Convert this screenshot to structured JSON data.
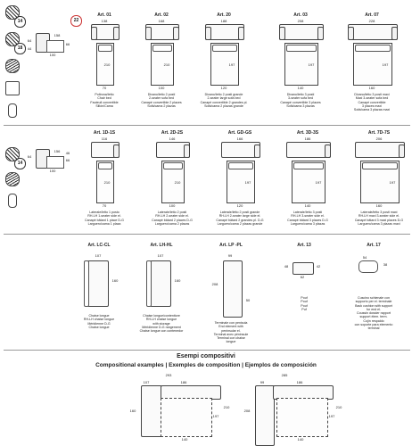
{
  "section1": {
    "badge_left": "14",
    "badge_left2": "18",
    "badge_top": "22",
    "profile_dims": [
      "64",
      "158",
      "100",
      "66",
      "44"
    ],
    "items": [
      {
        "art": "Art. 01",
        "w": "138",
        "bed_w": "70",
        "depth": "210",
        "cap": "Poltrona/letto\nChair bed\nFauteuil convertible\nSillón/Cama"
      },
      {
        "art": "Art. 02",
        "w": "168",
        "bed_w": "100",
        "depth": "210",
        "cap": "Divano/letto 2 posti\n2-seater sofa bed\nCanapé convertible 2 places\nSofá/cama 2 plazas"
      },
      {
        "art": "Art. 20",
        "w": "188",
        "bed_w": "120",
        "depth": "197",
        "cap": "Divano/letto 2 posti grande\n2-seater large sofa bed\nCanapé convertible 2 grandes pl.\nSofá/cama 2 plazas grande"
      },
      {
        "art": "Art. 03",
        "w": "208",
        "bed_w": "140",
        "depth": "197",
        "cap": "Divano/letto 3 posti\n3-seater sofa bed\nCanapé convertible 3 places\nSofá/cama 3 plazas"
      },
      {
        "art": "Art. 07",
        "w": "228",
        "bed_w": "160",
        "depth": "197",
        "cap": "Divano/letto 3 posti maxi\nMaxi 3-seater sofa bed\nCanapé convertible\n3 places maxi\nSofá/cama 3 plazas maxi"
      }
    ]
  },
  "section2": {
    "badge_left": "14",
    "profile_dims": [
      "64",
      "156",
      "100",
      "66",
      "46"
    ],
    "items": [
      {
        "art": "Art. 1D-1S",
        "w": "116",
        "bed_w": "70",
        "depth": "210",
        "cap": "Laterale/letto 1 posto\nRH-LH 1-seater side el.\nCanapé bâtard 1 place D-G\nLarguero/cama 1 plaza"
      },
      {
        "art": "Art. 2D-2S",
        "w": "146",
        "bed_w": "100",
        "depth": "210",
        "cap": "Laterale/letto 2 posti\nRH-LH 2-seater side el.\nCanapé bâtard 2 places D-G\nLarguero/cama 2 plazas"
      },
      {
        "art": "Art. GD-GS",
        "w": "166",
        "bed_w": "120",
        "depth": "197",
        "cap": "Laterale/letto 2 posti grande\nRH-LH 2-seater large side el.\nCanapé bâtard 2 grandes pl. D-G\nLarguero/cama 2 plazas grande"
      },
      {
        "art": "Art. 3D-3S",
        "w": "186",
        "bed_w": "140",
        "depth": "197",
        "cap": "Laterale/letto 3 posti\nRH-LH 3-seater side el.\nCanapé bâtard 3 places D-G\nLarguero/cama 3 plazas"
      },
      {
        "art": "Art. 7D-7S",
        "w": "206",
        "bed_w": "160",
        "depth": "197",
        "cap": "Laterale/letto 3 posti maxi\nRH-LH maxi 3-seater side el.\nCanapé bâtard 3 maxi places D-G\nLarguero/cama 3 plazas maxi"
      }
    ]
  },
  "section3": {
    "items": [
      {
        "art": "Art. LC-CL",
        "d1": "107",
        "d2": "160",
        "cap": "Chaise longue\nRH-LH chaise longue\nMéridienne D-G\nChaise longue"
      },
      {
        "art": "Art. LH-HL",
        "d1": "107",
        "d2": "160",
        "cap": "Chaise longue/contenitore\nRH-LH chaise longue\nwith storage\nMéridienne D-G rangement\nChaise longue con contenedor"
      },
      {
        "art": "Art. LP -PL",
        "d1": "99",
        "d2": "208",
        "d3": "50",
        "cap": "Terminale con penisola\nEnd element with\npeninsular el.\nTerminal avec péninsule\nTerminal con chaise\nlongue"
      },
      {
        "art": "Art. 13",
        "d1": "48",
        "d2": "62",
        "d3": "42",
        "cap": "Pouf\nPouf\nPouf\nPuf"
      },
      {
        "art": "Art. 17",
        "d1": "54",
        "d2": "38",
        "cap": "Cuscino schienale con\nsupporto per el. terminale\nBack cushion with support\nfor end el.\nCoussin dossier rapport\nsupport élem. term.\nCojín respaldo\ncon soporte para elemento\nterminal"
      }
    ]
  },
  "examples": {
    "title": "Esempi compositivi",
    "subtitle": "Compositional examples | Exemples de composition | Ejemplos de composición",
    "ex1": {
      "total": "293",
      "a": "107",
      "b": "186",
      "h": "160",
      "d": "210",
      "d2": "197",
      "bed": "140"
    },
    "ex2": {
      "total": "285",
      "a": "99",
      "b": "186",
      "h": "208",
      "d": "210",
      "d2": "197",
      "bed": "140"
    }
  }
}
